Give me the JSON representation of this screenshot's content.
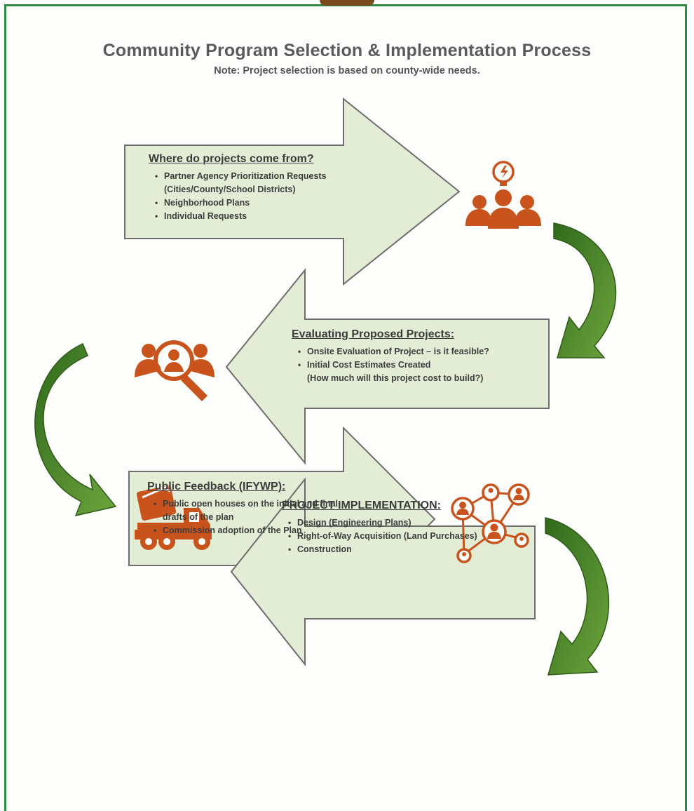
{
  "header": {
    "title": "Community Program Selection & Implementation Process",
    "note": "Note: Project selection is based on county-wide needs."
  },
  "steps": [
    {
      "heading": "Where do projects come from?",
      "items": [
        "Partner Agency Prioritization Requests",
        "(Cities/County/School Districts)",
        "Neighborhood Plans",
        "Individual Requests"
      ],
      "icon": "lightbulb-people-icon"
    },
    {
      "heading": "Evaluating Proposed Projects:",
      "items": [
        "Onsite Evaluation of Project – is it feasible?",
        "Initial Cost Estimates Created",
        "(How much will this project cost to build?)"
      ],
      "icon": "magnifier-people-icon"
    },
    {
      "heading": "Public Feedback (IFYWP):",
      "items": [
        "Public open houses on the initial and final",
        "drafts of the plan",
        "Commission adoption of the Plan"
      ],
      "icon": "network-people-icon"
    },
    {
      "heading": "PROJECT IMPLEMENTATION:",
      "items": [
        "Design (Engineering Plans)",
        "Right-of-Way Acquisition (Land Purchases)",
        "Construction"
      ],
      "icon": "cement-truck-icon"
    }
  ],
  "colors": {
    "frame": "#2e8b3f",
    "arrow_fill": "#e3ecd4",
    "arrow_stroke": "#6d6d6d",
    "icon": "#c9531c",
    "curve_arrow": "#3f7a24"
  }
}
